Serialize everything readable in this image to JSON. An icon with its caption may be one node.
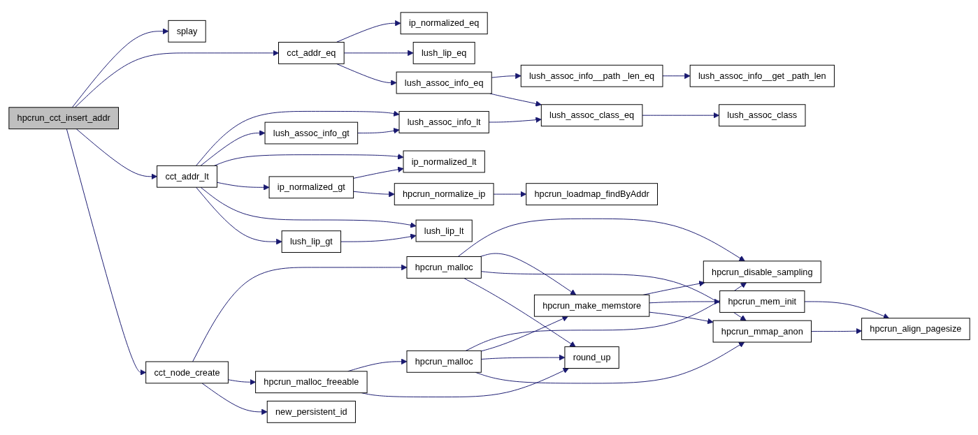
{
  "diagram": {
    "nodes": [
      {
        "text": [
          "hpcrun_cct_insert_addr"
        ]
      },
      {
        "text": [
          "splay"
        ]
      },
      {
        "text": [
          "cct_addr_eq"
        ]
      },
      {
        "text": [
          "cct_addr_lt"
        ]
      },
      {
        "text": [
          "cct_node_create"
        ]
      },
      {
        "text": [
          "ip_normalized_eq"
        ]
      },
      {
        "text": [
          "lush_lip_eq"
        ]
      },
      {
        "text": [
          "lush_assoc_info_eq"
        ]
      },
      {
        "text": [
          "lush_assoc_info__path _len_eq"
        ]
      },
      {
        "text": [
          "lush_assoc_info__get _path_len"
        ]
      },
      {
        "text": [
          "lush_assoc_class_eq"
        ]
      },
      {
        "text": [
          "lush_assoc_class"
        ]
      },
      {
        "text": [
          "lush_assoc_info_lt"
        ]
      },
      {
        "text": [
          "lush_assoc_info_gt"
        ]
      },
      {
        "text": [
          "ip_normalized_lt"
        ]
      },
      {
        "text": [
          "ip_normalized_gt"
        ]
      },
      {
        "text": [
          "hpcrun_normalize_ip"
        ]
      },
      {
        "text": [
          "hpcrun_loadmap_findByAddr"
        ]
      },
      {
        "text": [
          "lush_lip_lt"
        ]
      },
      {
        "text": [
          "lush_lip_gt"
        ]
      },
      {
        "text": [
          "hpcrun_malloc"
        ]
      },
      {
        "text": [
          "hpcrun_malloc_freeable"
        ]
      },
      {
        "text": [
          "hpcrun_malloc"
        ]
      },
      {
        "text": [
          "new_persistent_id"
        ]
      },
      {
        "text": [
          "hpcrun_disable_sampling"
        ]
      },
      {
        "text": [
          "hpcrun_make_memstore"
        ]
      },
      {
        "text": [
          "hpcrun_mem_init"
        ]
      },
      {
        "text": [
          "hpcrun_mmap_anon"
        ]
      },
      {
        "text": [
          "round_up"
        ]
      },
      {
        "text": [
          "hpcrun_align_pagesize"
        ]
      }
    ],
    "edges": [
      {
        "from": 0,
        "to": 1,
        "arrow": "to"
      },
      {
        "from": 0,
        "to": 2,
        "arrow": "to"
      },
      {
        "from": 0,
        "to": 3,
        "arrow": "to"
      },
      {
        "from": 0,
        "to": 4,
        "arrow": "to"
      },
      {
        "from": 2,
        "to": 5,
        "arrow": "to"
      },
      {
        "from": 2,
        "to": 6,
        "arrow": "to"
      },
      {
        "from": 2,
        "to": 7,
        "arrow": "to"
      },
      {
        "from": 7,
        "to": 8,
        "arrow": "to"
      },
      {
        "from": 7,
        "to": 10,
        "arrow": "to"
      },
      {
        "from": 8,
        "to": 9,
        "arrow": "to"
      },
      {
        "from": 10,
        "to": 11,
        "arrow": "to"
      },
      {
        "from": 3,
        "to": 12,
        "arrow": "to"
      },
      {
        "from": 3,
        "to": 13,
        "arrow": "to"
      },
      {
        "from": 3,
        "to": 14,
        "arrow": "to"
      },
      {
        "from": 3,
        "to": 15,
        "arrow": "to"
      },
      {
        "from": 3,
        "to": 18,
        "arrow": "to"
      },
      {
        "from": 3,
        "to": 19,
        "arrow": "to"
      },
      {
        "from": 13,
        "to": 12,
        "arrow": "to"
      },
      {
        "from": 12,
        "to": 10,
        "arrow": "to"
      },
      {
        "from": 15,
        "to": 14,
        "arrow": "to"
      },
      {
        "from": 15,
        "to": 16,
        "arrow": "to"
      },
      {
        "from": 16,
        "to": 17,
        "arrow": "to"
      },
      {
        "from": 19,
        "to": 18,
        "arrow": "to"
      },
      {
        "from": 4,
        "to": 20,
        "arrow": "to"
      },
      {
        "from": 4,
        "to": 21,
        "arrow": "to"
      },
      {
        "from": 4,
        "to": 23,
        "arrow": "to"
      },
      {
        "from": 21,
        "to": 22,
        "arrow": "to"
      },
      {
        "from": 21,
        "to": 28,
        "arrow": "to"
      },
      {
        "from": 20,
        "to": 24,
        "arrow": "to"
      },
      {
        "from": 20,
        "to": 25,
        "arrow": "to"
      },
      {
        "from": 20,
        "to": 27,
        "arrow": "to"
      },
      {
        "from": 20,
        "to": 28,
        "arrow": "to"
      },
      {
        "from": 22,
        "to": 24,
        "arrow": "to"
      },
      {
        "from": 22,
        "to": 25,
        "arrow": "to"
      },
      {
        "from": 22,
        "to": 28,
        "arrow": "to"
      },
      {
        "from": 22,
        "to": 27,
        "arrow": "to"
      },
      {
        "from": 25,
        "to": 24,
        "arrow": "to"
      },
      {
        "from": 25,
        "to": 26,
        "arrow": "to"
      },
      {
        "from": 25,
        "to": 27,
        "arrow": "to"
      },
      {
        "from": 26,
        "to": 29,
        "arrow": "to"
      },
      {
        "from": 27,
        "to": 29,
        "arrow": "to"
      }
    ]
  }
}
